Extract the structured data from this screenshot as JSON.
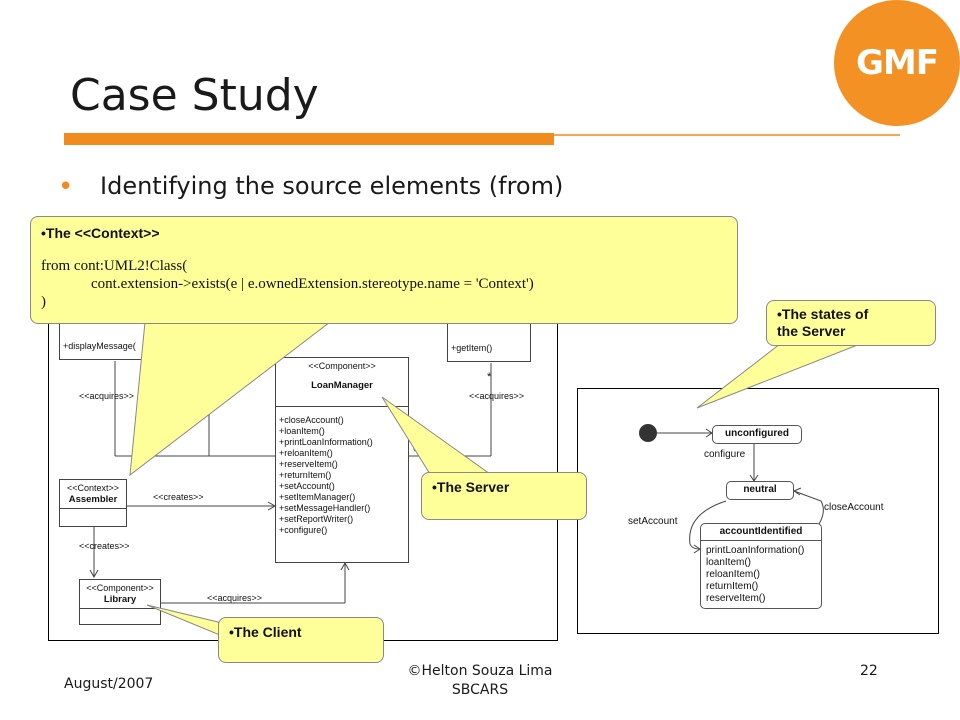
{
  "slide": {
    "title": "Case Study",
    "logo_text": "GMF",
    "bullet_glyph": "•",
    "bullet": "Identifying the source elements (from)",
    "accent_color": "#f08c1e",
    "callout_color": "#ffff99"
  },
  "callouts": {
    "context": {
      "heading": "•The <<Context>>",
      "code": [
        "from cont:UML2!Class(",
        "cont.extension->exists(e | e.ownedExtension.stereotype.name = 'Context')",
        ")"
      ]
    },
    "states": {
      "heading_line1": "•The states of",
      "heading_line2": "the Server"
    },
    "server": {
      "heading": "•The Server"
    },
    "client": {
      "heading": "•The Client"
    }
  },
  "class_diagram": {
    "partial_ops": {
      "display_message": "+displayMessage(",
      "get_item": "+getItem()"
    },
    "loan_manager": {
      "stereotype": "<<Component>>",
      "name": "LoanManager",
      "operations": [
        "+closeAccount()",
        "+loanItem()",
        "+printLoanInformation()",
        "+reloanItem()",
        "+reserveItem()",
        "+returnItem()",
        "+setAccount()",
        "+setItemManager()",
        "+setMessageHandler()",
        "+setReportWriter()",
        "+configure()"
      ]
    },
    "assembler": {
      "stereotype": "<<Context>>",
      "name": "Assembler"
    },
    "library": {
      "stereotype": "<<Component>>",
      "name": "Library"
    },
    "labels": {
      "acquires_left": "<<acquires>>",
      "acquires_right": "<<acquires>>",
      "acquires_bottom": "<<acquires>>",
      "creates_mid": "<<creates>>",
      "creates_low": "<<creates>>",
      "mult_star_1": "*",
      "mult_star_2": "*"
    }
  },
  "state_diagram": {
    "unconfigured": "unconfigured",
    "configure": "configure",
    "neutral": "neutral",
    "close_account": "closeAccount",
    "set_account": "setAccount",
    "account_identified": "accountIdentified",
    "account_ops": [
      "printLoanInformation()",
      "loanItem()",
      "reloanItem()",
      "returnItem()",
      "reserveItem()"
    ]
  },
  "footer": {
    "date": "August/2007",
    "author": "©Helton Souza Lima",
    "venue": "SBCARS",
    "page": "22"
  }
}
